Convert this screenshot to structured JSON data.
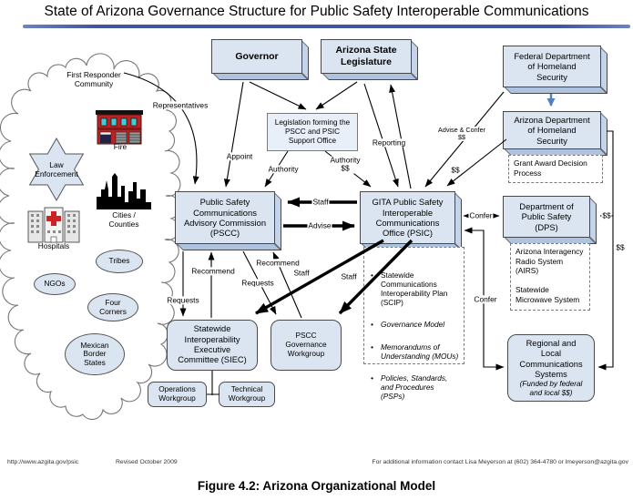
{
  "title": "State of Arizona Governance Structure for Public Safety Interoperable Communications",
  "cloud": {
    "title": "First Responder\nCommunity",
    "fire": "Fire",
    "law_enforcement": "Law\nEnforcement",
    "hospitals": "Hospitals",
    "cities_counties": "Cities /\nCounties",
    "tribes": "Tribes",
    "ngos": "NGOs",
    "four_corners": "Four\nCorners",
    "mexican_border_states": "Mexican\nBorder\nStates"
  },
  "boxes": {
    "governor": "Governor",
    "legislature": "Arizona State\nLegislature",
    "legislation": "Legislation forming the\nPSCC and PSIC\nSupport Office",
    "pscc": "Public Safety\nCommunications\nAdvisory Commission\n(PSCC)",
    "gita": "GITA Public Safety\nInteroperable\nCommunications\nOffice (PSIC)",
    "federal_dhs": "Federal Department\nof Homeland\nSecurity",
    "arizona_dhs": "Arizona Department\nof Homeland\nSecurity",
    "grant_process": "Grant Award Decision\nProcess",
    "dps": "Department of\nPublic Safety\n(DPS)",
    "dps_systems": "Arizona Interagency\nRadio System\n(AIRS)\n\nStatewide\nMicrowave System",
    "regional": "Regional and\nLocal\nCommunications\nSystems",
    "regional_note": "(Funded by federal\nand local $$)",
    "siec": "Statewide\nInteroperability\nExecutive\nCommittee (SIEC)",
    "pscc_gov_workgroup": "PSCC\nGovernance\nWorkgroup",
    "operations_workgroup": "Operations\nWorkgroup",
    "technical_workgroup": "Technical\nWorkgroup"
  },
  "gita_deliverables": [
    "Statewide Communications Interoperability Plan (SCIP)",
    "Governance Model",
    "Memorandums of Understanding (MOUs)",
    "Policies, Standards, and Procedures (PSPs)"
  ],
  "edges": {
    "representatives": "Representatives",
    "appoint": "Appoint",
    "authority": "Authority",
    "authority_money": "Authority\n$$",
    "reporting": "Reporting",
    "advise_confer": "Advise & Confer\n$$",
    "money": "$$",
    "staff": "Staff",
    "advise": "Advise",
    "recommend": "Recommend",
    "requests": "Requests",
    "confer": "Confer"
  },
  "icons": {
    "fire": "fire-station-icon",
    "hospitals": "hospitals-icon",
    "cities": "city-skyline-icon",
    "law_enforcement": "sheriff-star-icon"
  },
  "colors": {
    "box_fill": "#dbe5f1",
    "box_side": "#b6c9e4",
    "title_rule": "#41549f",
    "blue_arrow": "#4f81bd",
    "fire_red": "#bb2222",
    "cross_red": "#cc2222"
  },
  "footer": {
    "url": "http://www.azgita.gov/psic",
    "revised": "Revised October 2009",
    "contact": "For additional information contact Lisa Meyerson at (602) 364-4780 or lmeyerson@azgita.gov"
  },
  "caption": "Figure 4.2:  Arizona Organizational Model"
}
